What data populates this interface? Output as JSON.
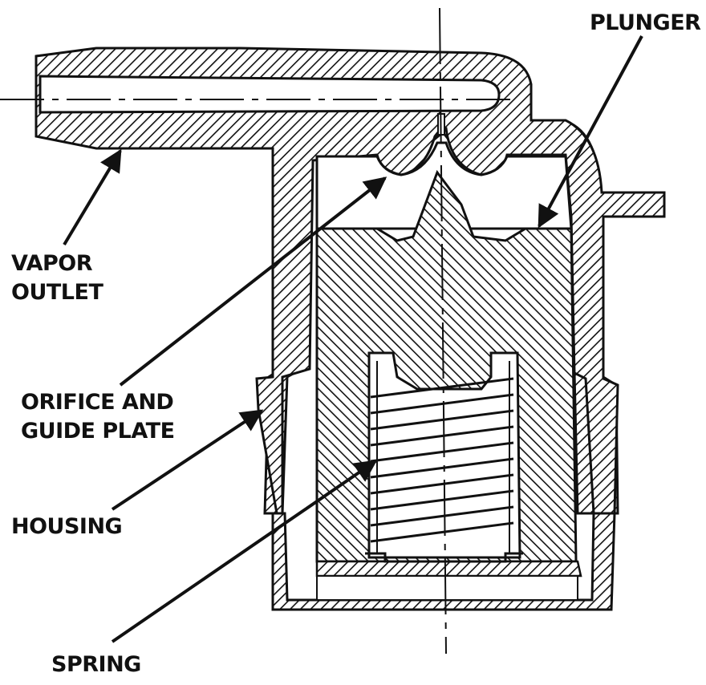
{
  "labels": {
    "plunger": "PLUNGER",
    "vapor_outlet_line1": "VAPOR",
    "vapor_outlet_line2": "OUTLET",
    "orifice_line1": "ORIFICE AND",
    "orifice_line2": "GUIDE PLATE",
    "housing": "HOUSING",
    "spring": "SPRING"
  },
  "colors": {
    "ink": "#111111",
    "background": "#ffffff"
  }
}
